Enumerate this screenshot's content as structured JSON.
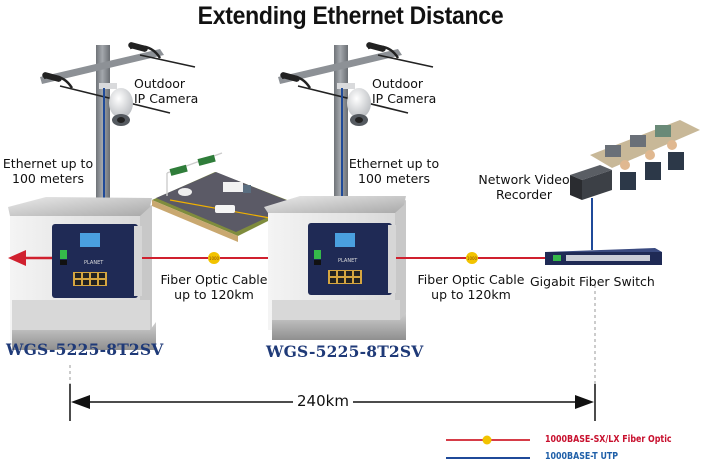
{
  "title": "Extending Ethernet Distance",
  "colors": {
    "fiber": "#d0202e",
    "utp": "#1f4a99",
    "model_text": "#1f3a78",
    "badge": "#f2c300",
    "legend_fiber_text": "#c8102e",
    "legend_utp_text": "#1f5fa8"
  },
  "sites": [
    {
      "camera_label_line1": "Outdoor",
      "camera_label_line2": "IP Camera",
      "ethernet_label_line1": "Ethernet up to",
      "ethernet_label_line2": "100 meters",
      "switch_model": "WGS-5225-8T2SV"
    },
    {
      "camera_label_line1": "Outdoor",
      "camera_label_line2": "IP Camera",
      "ethernet_label_line1": "Ethernet up to",
      "ethernet_label_line2": "100 meters",
      "switch_model": "WGS-5225-8T2SV"
    }
  ],
  "links": [
    {
      "label_line1": "Fiber Optic Cable",
      "label_line2": "up to 120km",
      "badge_text": "1000"
    },
    {
      "label_line1": "Fiber Optic Cable",
      "label_line2": "up to 120km",
      "badge_text": "1000"
    }
  ],
  "nvr": {
    "label_line1": "Network Video",
    "label_line2": "Recorder"
  },
  "core_switch": {
    "label": "Gigabit Fiber Switch"
  },
  "total_distance": "240km",
  "legend": [
    {
      "type": "fiber",
      "label": "1000BASE-SX/LX Fiber Optic",
      "badge_text": "1000"
    },
    {
      "type": "utp",
      "label": "1000BASE-T UTP"
    }
  ]
}
